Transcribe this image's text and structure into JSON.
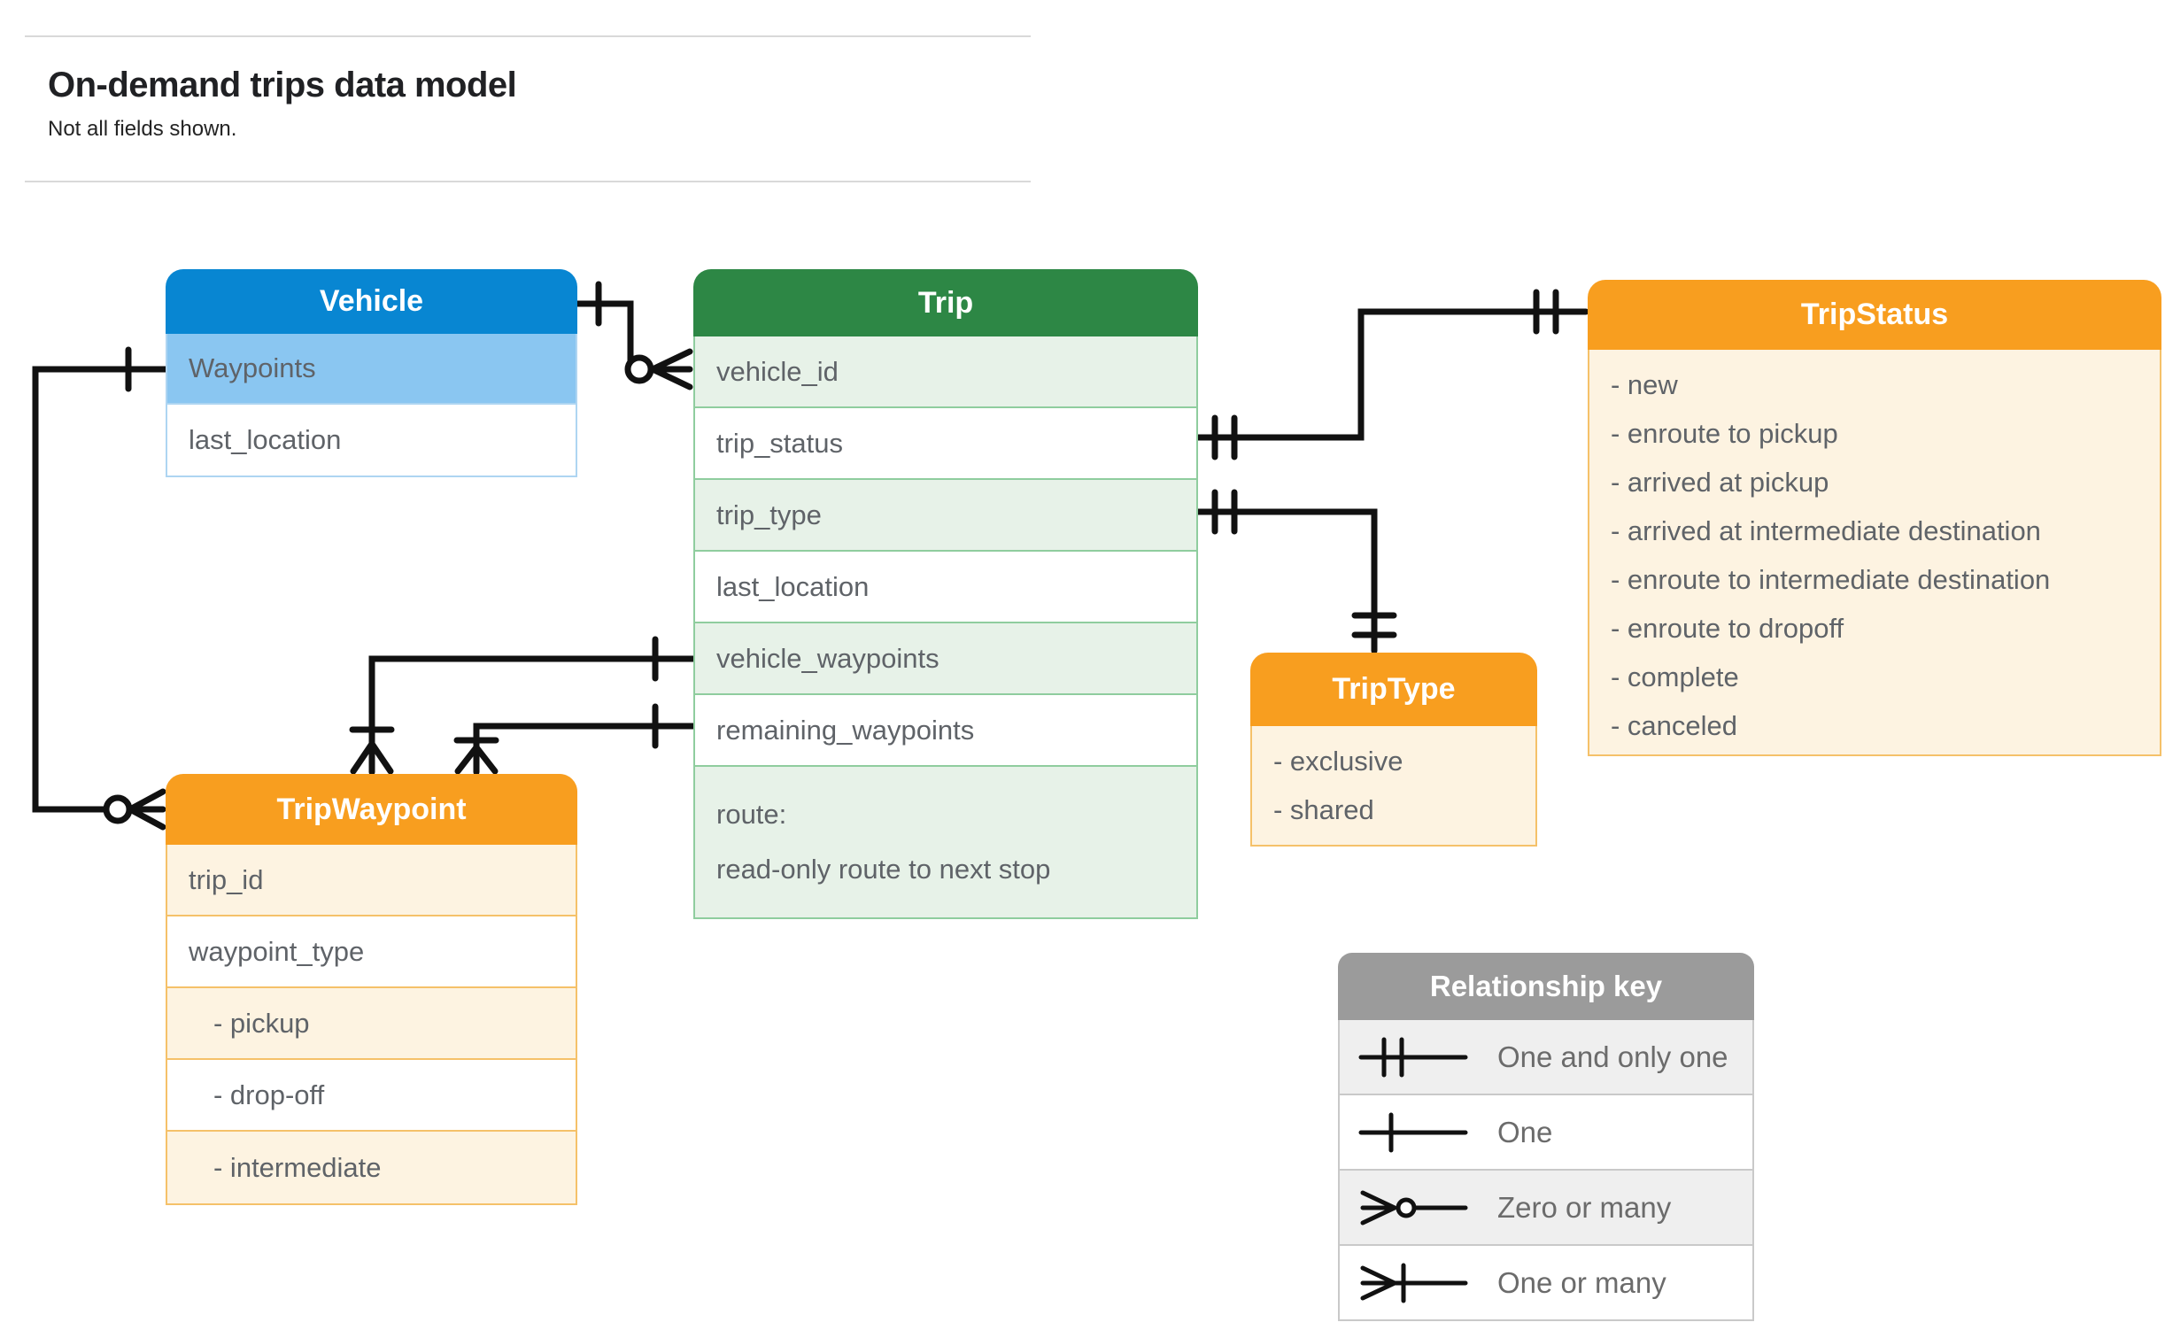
{
  "page": {
    "title": "On-demand trips data model",
    "subtitle": "Not all fields shown."
  },
  "colors": {
    "title_text": "#202124",
    "row_text": "#5f6368",
    "legend_text": "#6b6b6b",
    "line": "#111111",
    "vehicle_header": "#0886d2",
    "vehicle_highlight": "#8ac6f1",
    "vehicle_border": "#aed5f2",
    "trip_header": "#2d8745",
    "trip_row_alt": "#e7f2e8",
    "trip_border": "#8fcd9e",
    "orange_header": "#f89e1f",
    "orange_row": "#fdf3e1",
    "orange_border": "#f5c169",
    "key_header": "#9b9b9b",
    "key_row_alt": "#efefef",
    "key_border": "#c9c9c9"
  },
  "entities": {
    "vehicle": {
      "title": "Vehicle",
      "rows": [
        {
          "label": "Waypoints"
        },
        {
          "label": "last_location"
        }
      ]
    },
    "trip": {
      "title": "Trip",
      "rows": [
        {
          "label": "vehicle_id"
        },
        {
          "label": "trip_status"
        },
        {
          "label": "trip_type"
        },
        {
          "label": "last_location"
        },
        {
          "label": "vehicle_waypoints"
        },
        {
          "label": "remaining_waypoints"
        },
        {
          "label": "route:",
          "label2": "read-only route to next stop"
        }
      ]
    },
    "trip_status": {
      "title": "TripStatus",
      "items": [
        "- new",
        "- enroute to pickup",
        "- arrived at pickup",
        "- arrived at intermediate destination",
        "- enroute to intermediate destination",
        "- enroute to dropoff",
        "- complete",
        "- canceled"
      ]
    },
    "trip_type": {
      "title": "TripType",
      "items": [
        "- exclusive",
        "- shared"
      ]
    },
    "trip_waypoint": {
      "title": "TripWaypoint",
      "rows": [
        {
          "label": "trip_id"
        },
        {
          "label": "waypoint_type"
        },
        {
          "label": "- pickup",
          "indent": true
        },
        {
          "label": "- drop-off",
          "indent": true
        },
        {
          "label": "- intermediate",
          "indent": true
        }
      ]
    }
  },
  "relationships": [
    {
      "from": "Vehicle",
      "from_cardinality": "one",
      "to": "Trip.vehicle_id",
      "to_cardinality": "zero-or-many"
    },
    {
      "from": "Vehicle.Waypoints",
      "from_cardinality": "one",
      "to": "TripWaypoint",
      "to_cardinality": "zero-or-many"
    },
    {
      "from": "Trip.trip_status",
      "from_cardinality": "one-and-only-one",
      "to": "TripStatus",
      "to_cardinality": "one-and-only-one"
    },
    {
      "from": "Trip.trip_type",
      "from_cardinality": "one-and-only-one",
      "to": "TripType",
      "to_cardinality": "one-and-only-one"
    },
    {
      "from": "Trip.vehicle_waypoints",
      "from_cardinality": "one",
      "to": "TripWaypoint",
      "to_cardinality": "one-or-many"
    },
    {
      "from": "Trip.remaining_waypoints",
      "from_cardinality": "one",
      "to": "TripWaypoint",
      "to_cardinality": "one-or-many"
    }
  ],
  "legend": {
    "title": "Relationship key",
    "items": [
      {
        "symbol": "one-and-only-one",
        "label": "One and only one"
      },
      {
        "symbol": "one",
        "label": "One"
      },
      {
        "symbol": "zero-or-many",
        "label": "Zero or many"
      },
      {
        "symbol": "one-or-many",
        "label": "One or many"
      }
    ]
  }
}
